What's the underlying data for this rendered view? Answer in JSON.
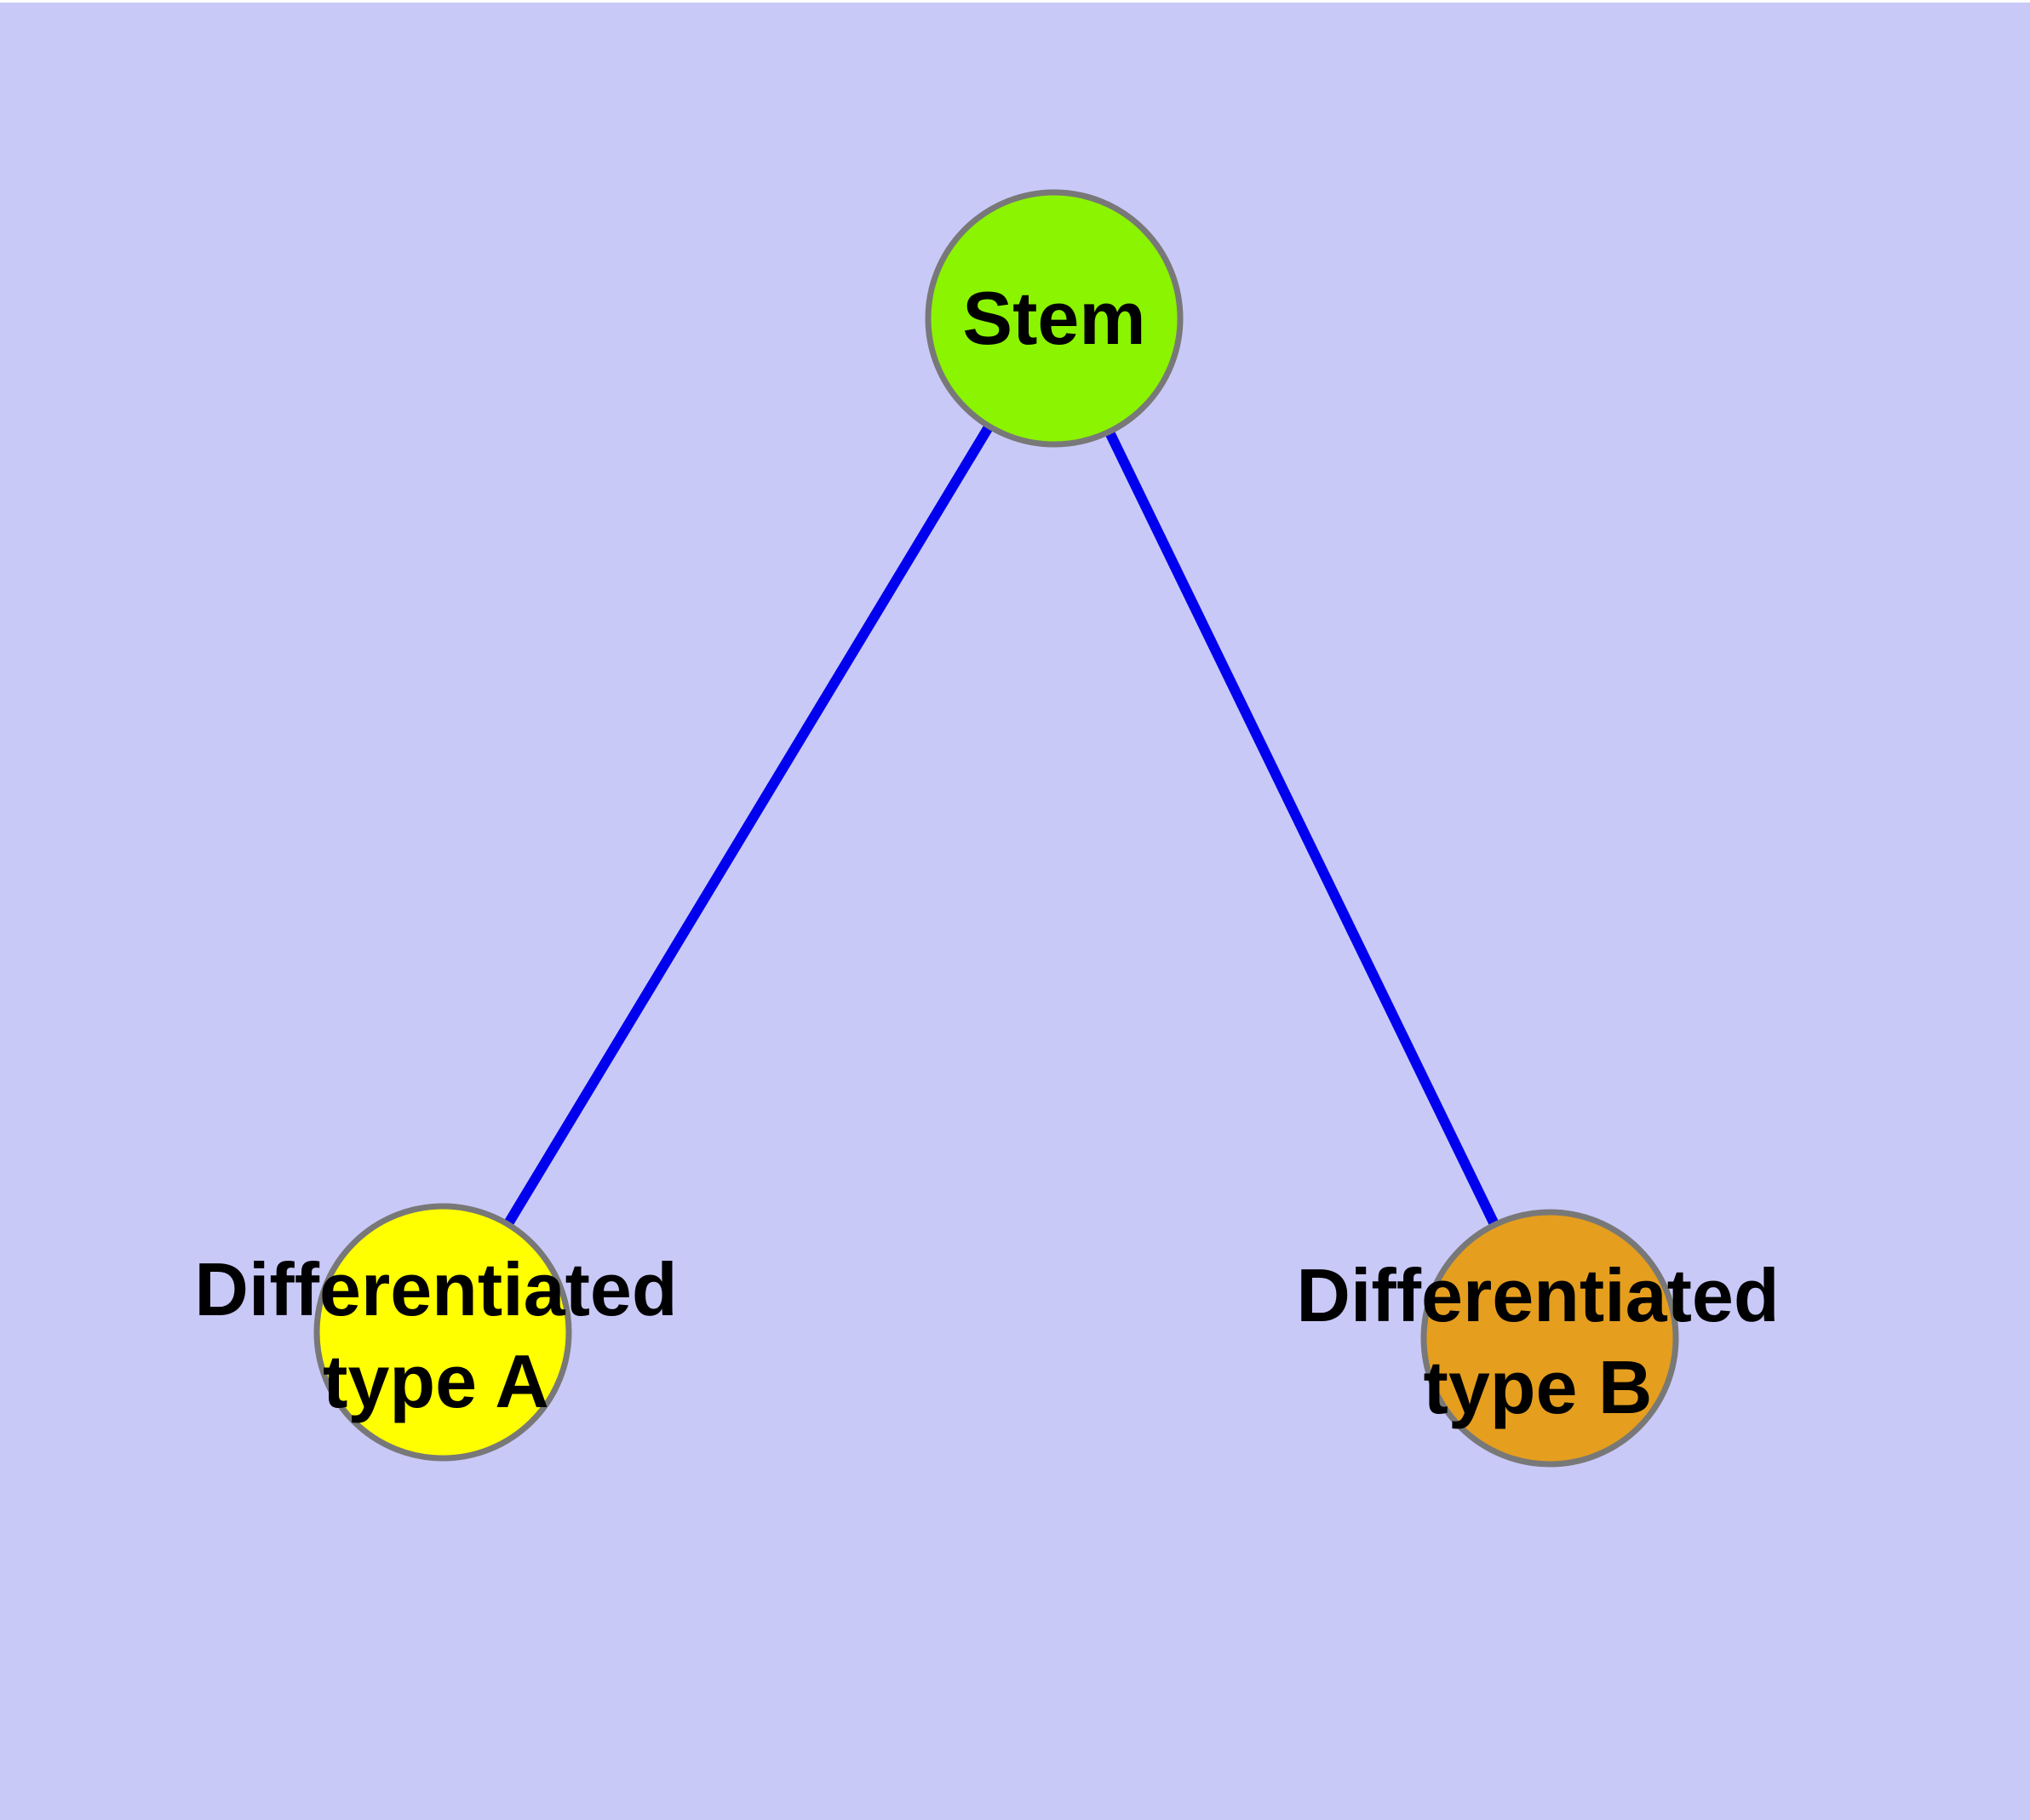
{
  "diagram": {
    "title": "",
    "background_color": "#C9C9F8",
    "top_strip_color": "#FFFFFF",
    "edge_color": "#0000EE",
    "node_border_color": "#787878",
    "text_color": "#000000",
    "nodes": [
      {
        "id": "stem",
        "label": "Stem",
        "label_line1": "Stem",
        "label_line2": "",
        "fill": "#8BF400",
        "shape": "circle"
      },
      {
        "id": "differentiated-type-a",
        "label": "Differentiated type A",
        "label_line1": "Differentiated",
        "label_line2": "type A",
        "fill": "#FFFF00",
        "shape": "circle"
      },
      {
        "id": "differentiated-type-b",
        "label": "Differentiated type B",
        "label_line1": "Differentiated",
        "label_line2": "type B",
        "fill": "#E59E1E",
        "shape": "circle"
      }
    ],
    "edges": [
      {
        "from": "Stem",
        "to": "Differentiated type A"
      },
      {
        "from": "Stem",
        "to": "Differentiated type B"
      }
    ]
  }
}
